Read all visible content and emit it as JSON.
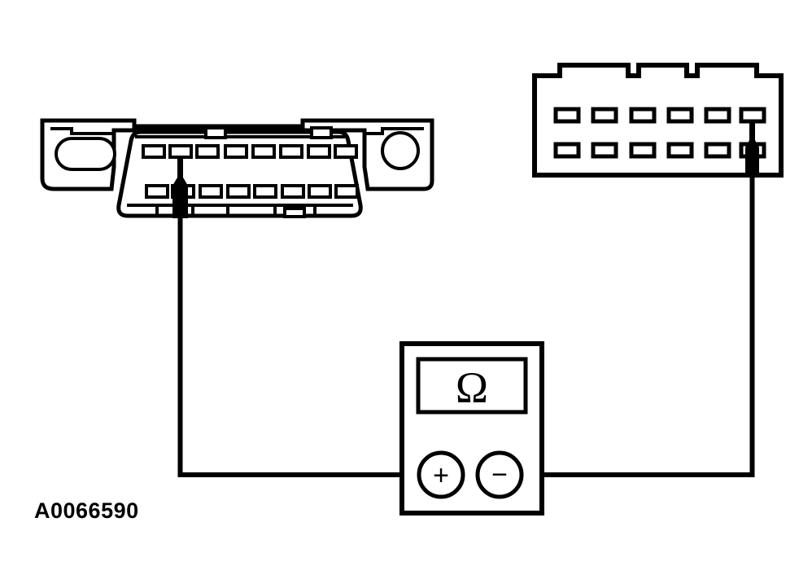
{
  "figure": {
    "id_label": "A0066590",
    "type": "wiring-continuity-test-diagram",
    "background_color": "#ffffff",
    "line_color": "#000000"
  },
  "meter": {
    "name": "digital-multimeter",
    "display_symbol": "Ω",
    "display_meaning": "ohms-resistance-mode",
    "positive_terminal_label": "+",
    "negative_terminal_label": "−"
  },
  "left_connector": {
    "name": "data-link-connector",
    "style": "obd-ii-trapezoid-with-mounting-ears",
    "top_row_pin_count": 8,
    "bottom_row_pin_count": 8,
    "left_ear_hole": "oval",
    "right_ear_hole": "circle",
    "probe_attached_pin_row": "bottom",
    "probe_attached_pin_index": 2
  },
  "right_connector": {
    "name": "vehicle-harness-connector",
    "style": "rectangular-keyed-shell",
    "top_row_pin_count": 6,
    "bottom_row_pin_count": 6,
    "probe_attached_pin_row": "bottom",
    "probe_attached_pin_index": 6
  },
  "wires": [
    {
      "name": "left-test-lead",
      "from": "left-connector-probe",
      "to": "meter-positive-terminal"
    },
    {
      "name": "right-test-lead",
      "from": "right-connector-probe",
      "to": "meter-negative-terminal"
    }
  ]
}
